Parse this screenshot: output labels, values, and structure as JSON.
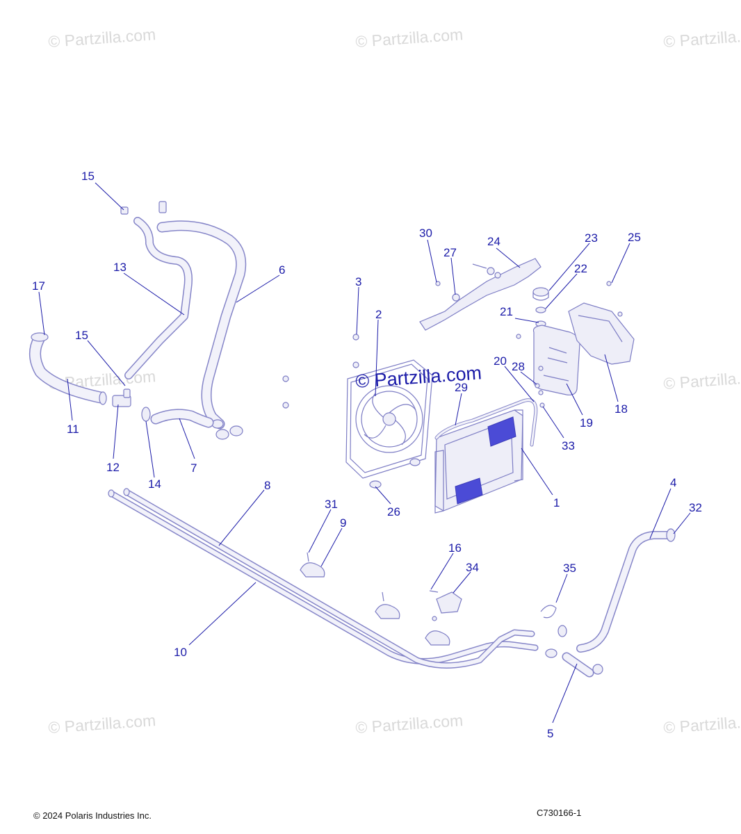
{
  "watermark": "© Partzilla.com",
  "center_watermark": "© Partzilla.com",
  "footer": {
    "copyright": "© 2024 Polaris Industries Inc.",
    "figure_id": "C730166-1"
  },
  "callouts": [
    "15",
    "13",
    "17",
    "15",
    "11",
    "12",
    "14",
    "7",
    "6",
    "3",
    "2",
    "30",
    "27",
    "24",
    "23",
    "22",
    "25",
    "21",
    "20",
    "28",
    "29",
    "19",
    "18",
    "33",
    "1",
    "26",
    "8",
    "31",
    "9",
    "16",
    "34",
    "35",
    "4",
    "32",
    "10",
    "5"
  ],
  "colors": {
    "callout": "#1a1aa8",
    "part_line": "#7c7cc4",
    "part_fill": "#4b4bd6",
    "watermark": "#d9d9d9"
  }
}
